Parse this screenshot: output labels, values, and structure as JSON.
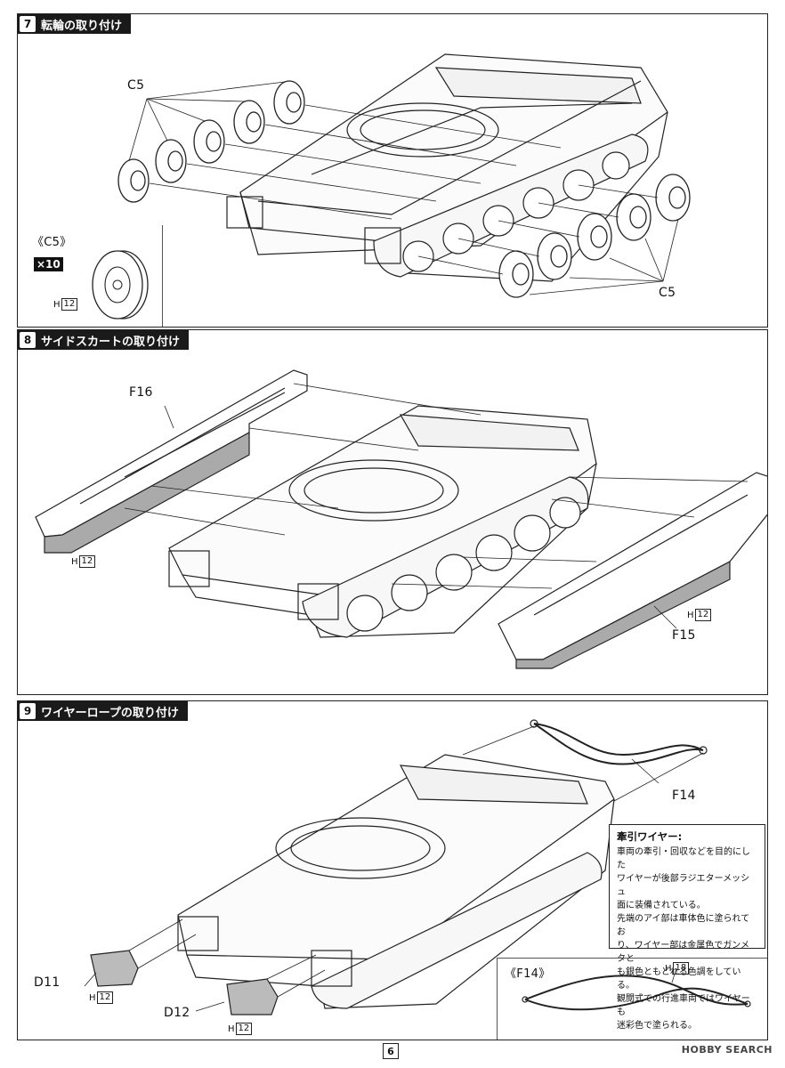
{
  "step7": {
    "num": "7",
    "title": "転輪の取り付け",
    "label_top": "C5",
    "label_bottom": "C5",
    "inset_title": "《C5》",
    "inset_qty": "×10",
    "inset_h": "H",
    "inset_hnum": "12"
  },
  "step8": {
    "num": "8",
    "title": "サイドスカートの取り付け",
    "label_f16": "F16",
    "label_f15": "F15",
    "h_left": "H",
    "hnum_left": "12",
    "h_right": "H",
    "hnum_right": "12"
  },
  "step9": {
    "num": "9",
    "title": "ワイヤーロープの取り付け",
    "label_f14": "F14",
    "label_d11": "D11",
    "label_d12": "D12",
    "h_d11": "H",
    "hnum_d11": "12",
    "h_d12": "H",
    "hnum_d12": "12",
    "inset_title": "《F14》",
    "inset_h": "H",
    "inset_hnum": "18",
    "note_title": "牽引ワイヤー:",
    "note_lines": [
      "車両の牽引・回収などを目的にした",
      "ワイヤーが後部ラジエターメッシュ",
      "面に装備されている。",
      "先端のアイ部は車体色に塗られてお",
      "り、ワイヤー部は金属色でガンメタと",
      "も銀色ともとれる色調をしている。",
      "観閲式での行進車両ではワイヤーも",
      "迷彩色で塗られる。"
    ]
  },
  "footer": {
    "page_number": "6",
    "watermark": "HOBBY SEARCH"
  }
}
